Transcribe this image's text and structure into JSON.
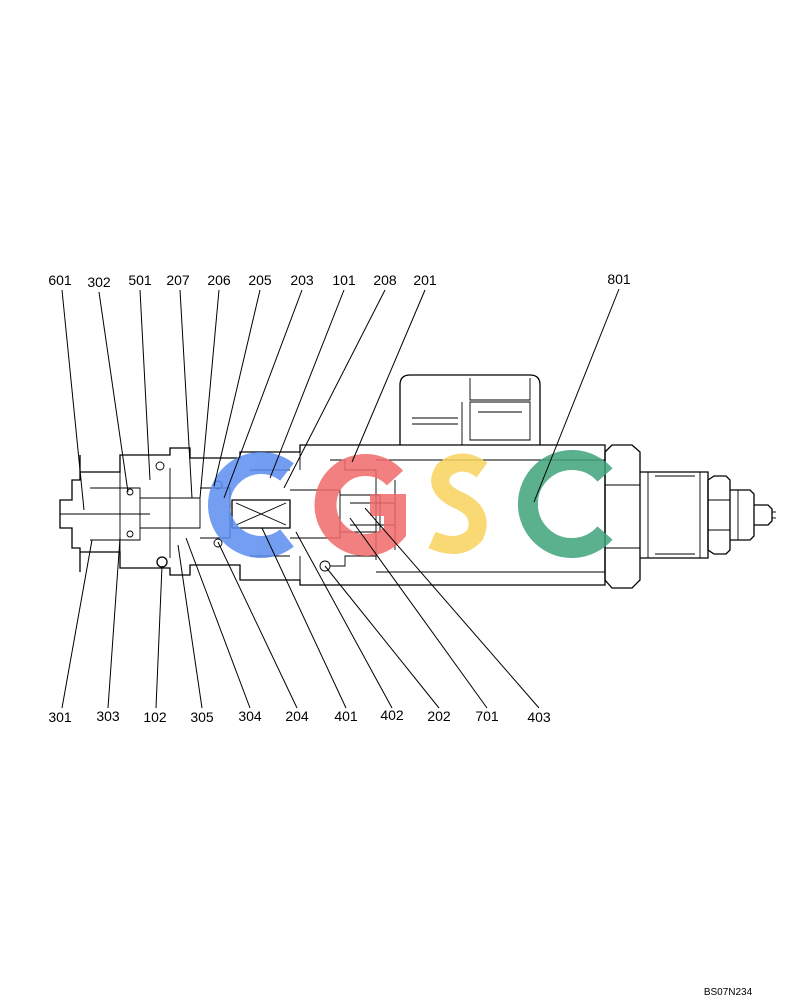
{
  "drawing_code": "BS07N234",
  "watermark": {
    "text": "CGSC",
    "letters": [
      {
        "char": "C",
        "color": "#5b8def"
      },
      {
        "char": "G",
        "color": "#f26b6b"
      },
      {
        "char": "S",
        "color": "#f7d35c"
      },
      {
        "char": "C",
        "color": "#3fa47a"
      }
    ]
  },
  "callouts_top": [
    "601",
    "302",
    "501",
    "207",
    "206",
    "205",
    "203",
    "101",
    "208",
    "201",
    "801"
  ],
  "callouts_bottom": [
    "301",
    "303",
    "102",
    "305",
    "304",
    "204",
    "401",
    "402",
    "202",
    "701",
    "403"
  ]
}
